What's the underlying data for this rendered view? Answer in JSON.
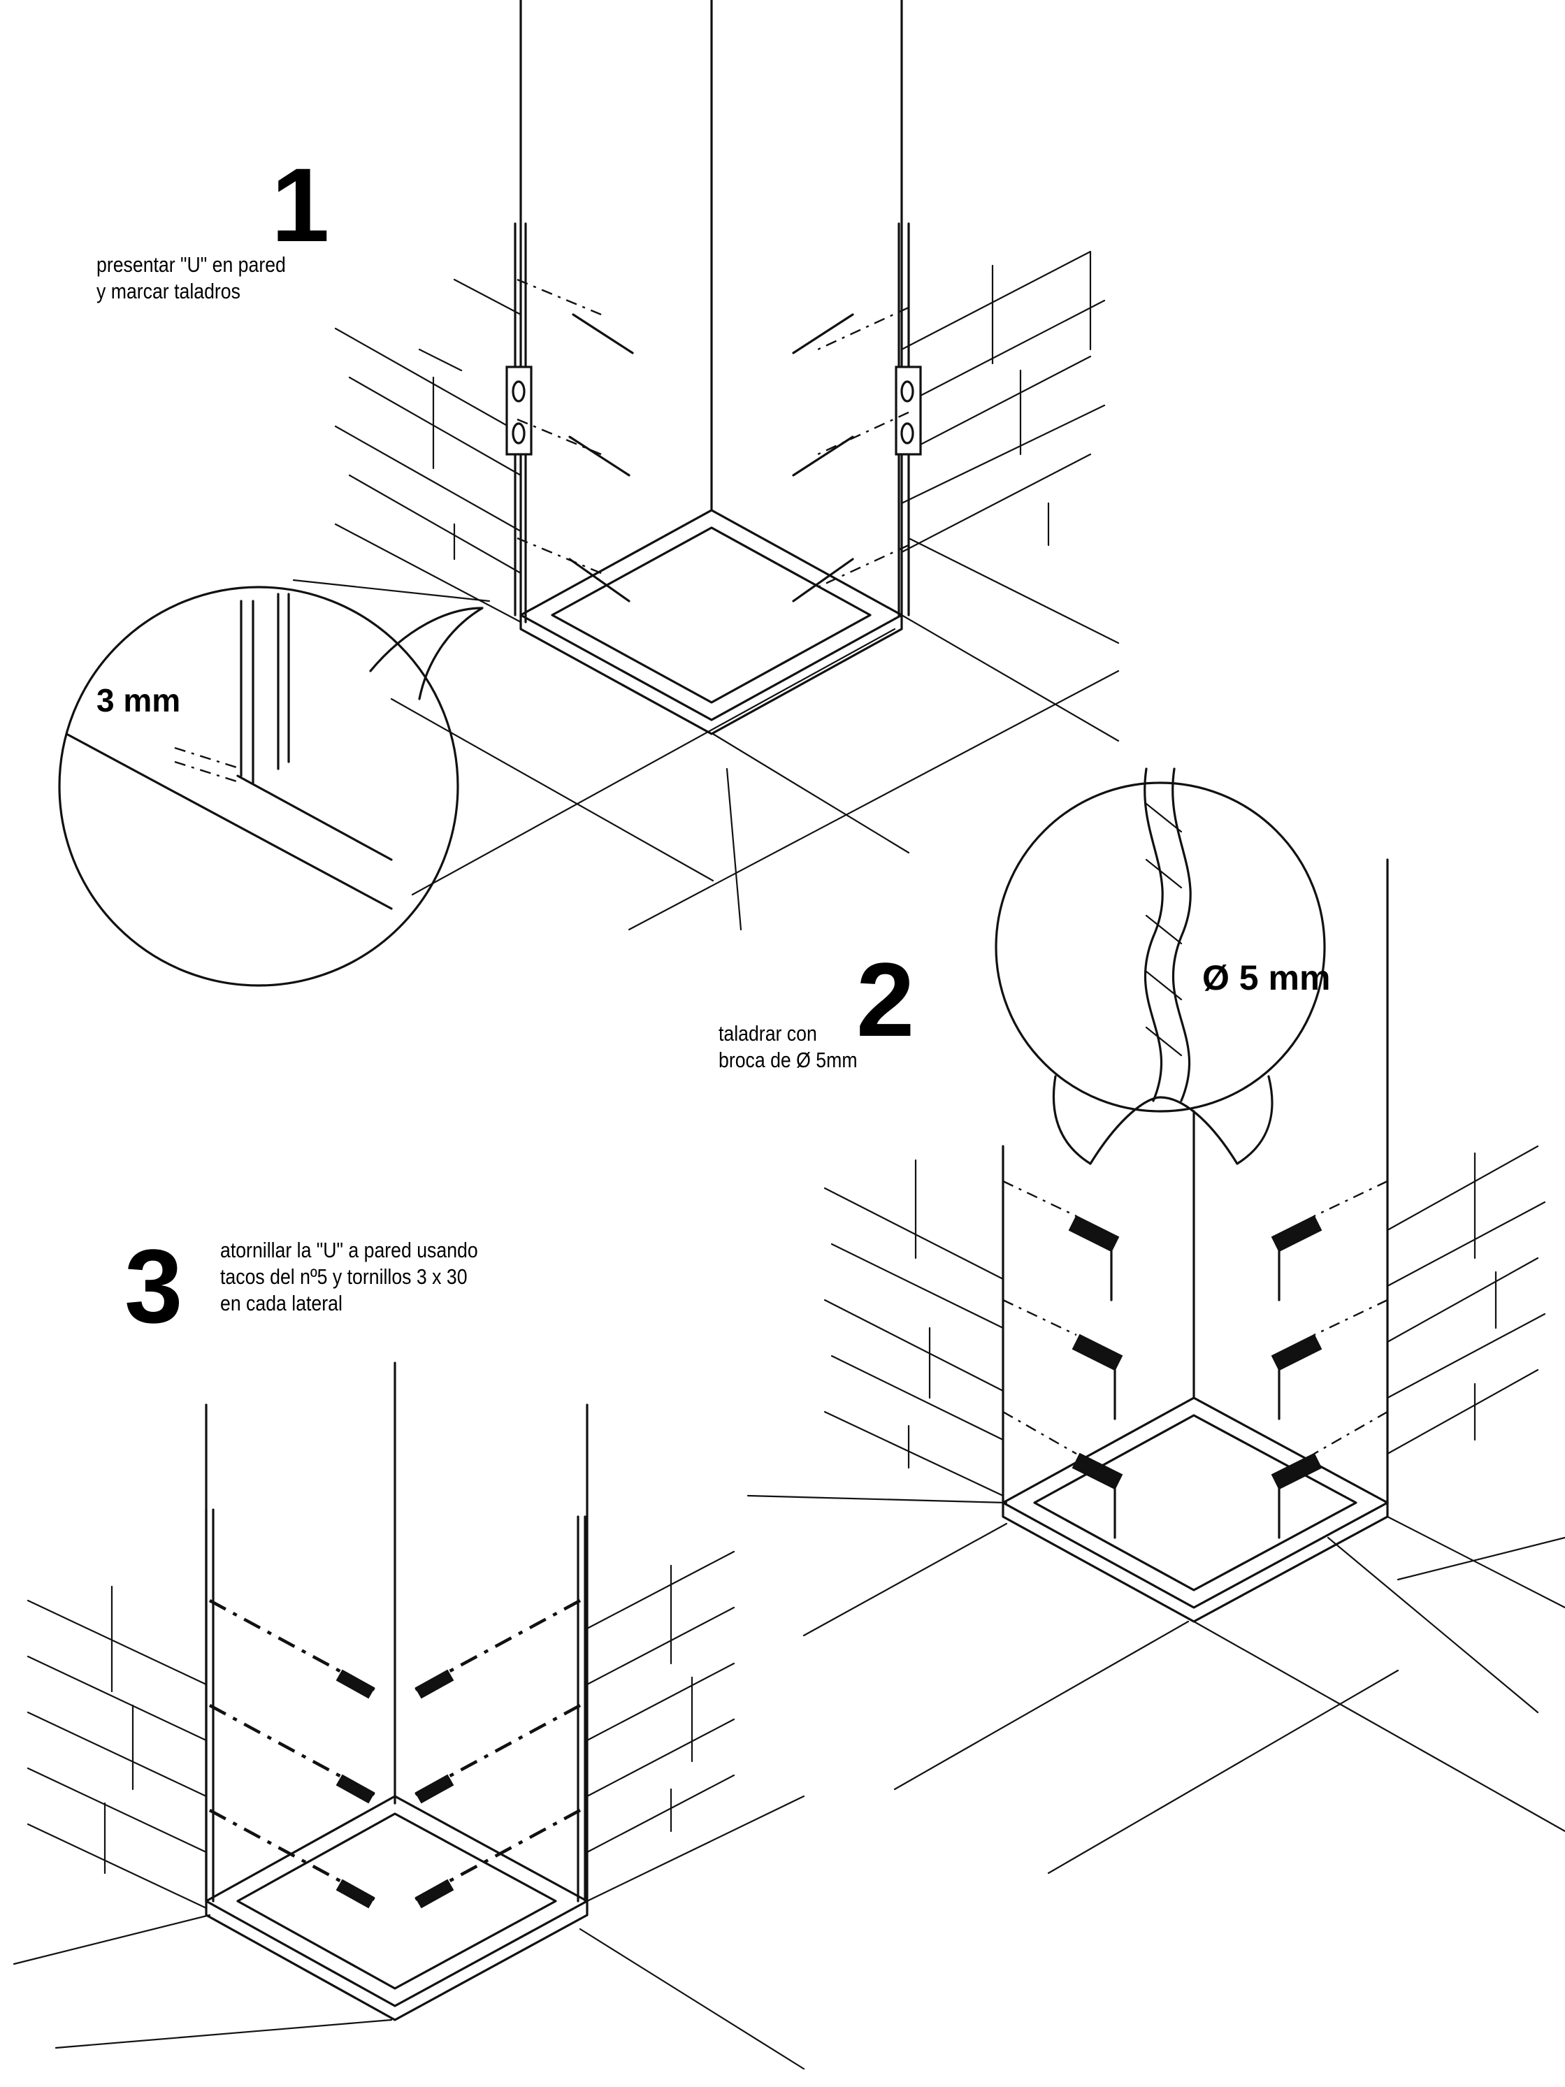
{
  "steps": [
    {
      "number": "1",
      "caption_lines": [
        "presentar \"U\" en pared",
        "y marcar taladros"
      ]
    },
    {
      "number": "2",
      "caption_lines": [
        "taladrar con",
        "broca de Ø 5mm"
      ]
    },
    {
      "number": "3",
      "caption_lines": [
        "atornillar la \"U\" a pared usando",
        "tacos del nº5 y tornillos 3 x 30",
        "en cada lateral"
      ]
    }
  ],
  "callouts": {
    "gap": "3 mm",
    "drill_diameter": "Ø 5 mm"
  },
  "colors": {
    "ink": "#111111",
    "paper": "#ffffff"
  }
}
